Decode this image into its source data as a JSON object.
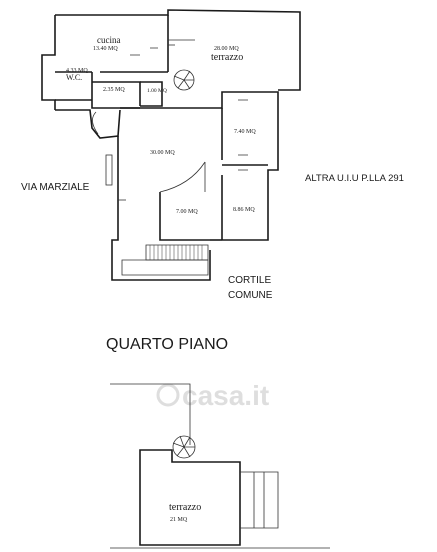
{
  "upper_plan": {
    "rooms": [
      {
        "name": "cucina",
        "area": "13.40 MQ"
      },
      {
        "name": "terrazzo",
        "area": "28.00 MQ"
      },
      {
        "name": "W.C.",
        "area": "4.33 MQ"
      },
      {
        "name": "",
        "area": "2.35 MQ"
      },
      {
        "name": "",
        "area": "1.00 MQ"
      },
      {
        "name": "",
        "area": "30.00 MQ"
      },
      {
        "name": "",
        "area": "7.40 MQ"
      },
      {
        "name": "",
        "area": "7.00 MQ"
      },
      {
        "name": "",
        "area": "8.86 MQ"
      }
    ],
    "labels": {
      "street": "VIA MARZIALE",
      "neighbor": "ALTRA U.I.U P.LLA 291",
      "courtyard_line1": "CORTILE",
      "courtyard_line2": "COMUNE"
    }
  },
  "floor_title": "QUARTO PIANO",
  "lower_plan": {
    "rooms": [
      {
        "name": "terrazzo",
        "area": "21 MQ"
      }
    ]
  },
  "watermark": {
    "text": "casa.it"
  }
}
